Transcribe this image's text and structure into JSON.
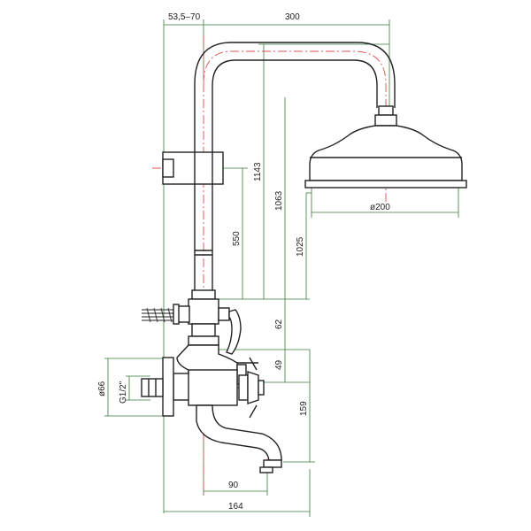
{
  "dimensions": {
    "arm_offset": "53,5–70",
    "arm_reach": "300",
    "total_height": "1143",
    "height_to_head_bottom": "1063",
    "head_height_from_mixer": "1025",
    "slider_height": "550",
    "diverter_height": "62",
    "outlet_height": "49",
    "spout_drop": "159",
    "spout_reach": "90",
    "overall_width": "164",
    "head_diameter": "ø200",
    "flange_diameter": "ø66",
    "inlet_thread": "G1/2\""
  },
  "colors": {
    "outline": "#222222",
    "centerline": "#d9534f",
    "dimension_line": "#3a7a3a"
  }
}
